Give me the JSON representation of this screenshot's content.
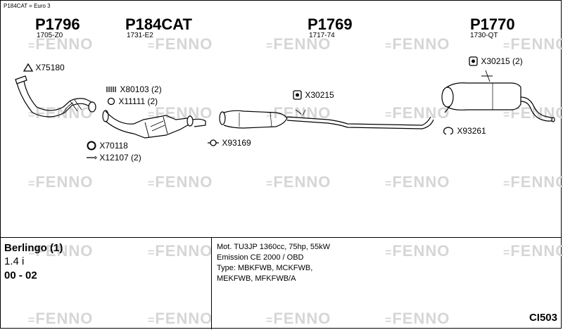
{
  "note": "P184CAT = Euro 3",
  "parts": [
    {
      "number": "P1796",
      "sub": "1705-Z0"
    },
    {
      "number": "P184CAT",
      "sub": "1731-E2"
    },
    {
      "number": "P1769",
      "sub": "1717-74"
    },
    {
      "number": "P1770",
      "sub": "1730-QT"
    }
  ],
  "part_labels": [
    "X75180",
    "X80103 (2)",
    "X11111 (2)",
    "X70118",
    "X12107 (2)",
    "X93169",
    "X30215",
    "X30215 (2)",
    "X93261"
  ],
  "watermark": {
    "brand": "FENNO",
    "eq": "="
  },
  "vehicle": {
    "model": "Berlingo (1)",
    "engine": "1.4 i",
    "years": "00 - 02"
  },
  "specs": [
    "Mot. TU3JP 1360cc, 75hp, 55kW",
    "Emission CE 2000 / OBD",
    "Type: MBKFWB, MCKFWB,",
    "MEKFWB, MFKFWB/A"
  ],
  "diagram_code": "CI503",
  "colors": {
    "line": "#000000",
    "watermark": "#d6d6d6"
  },
  "icons": [
    "gasket-triangle-icon",
    "spring-icon",
    "ring-clamp-icon",
    "o-ring-icon",
    "bolt-icon",
    "flange-gasket-icon",
    "rubber-hanger-icon",
    "bracket-hanger-icon",
    "clamp-icon"
  ]
}
